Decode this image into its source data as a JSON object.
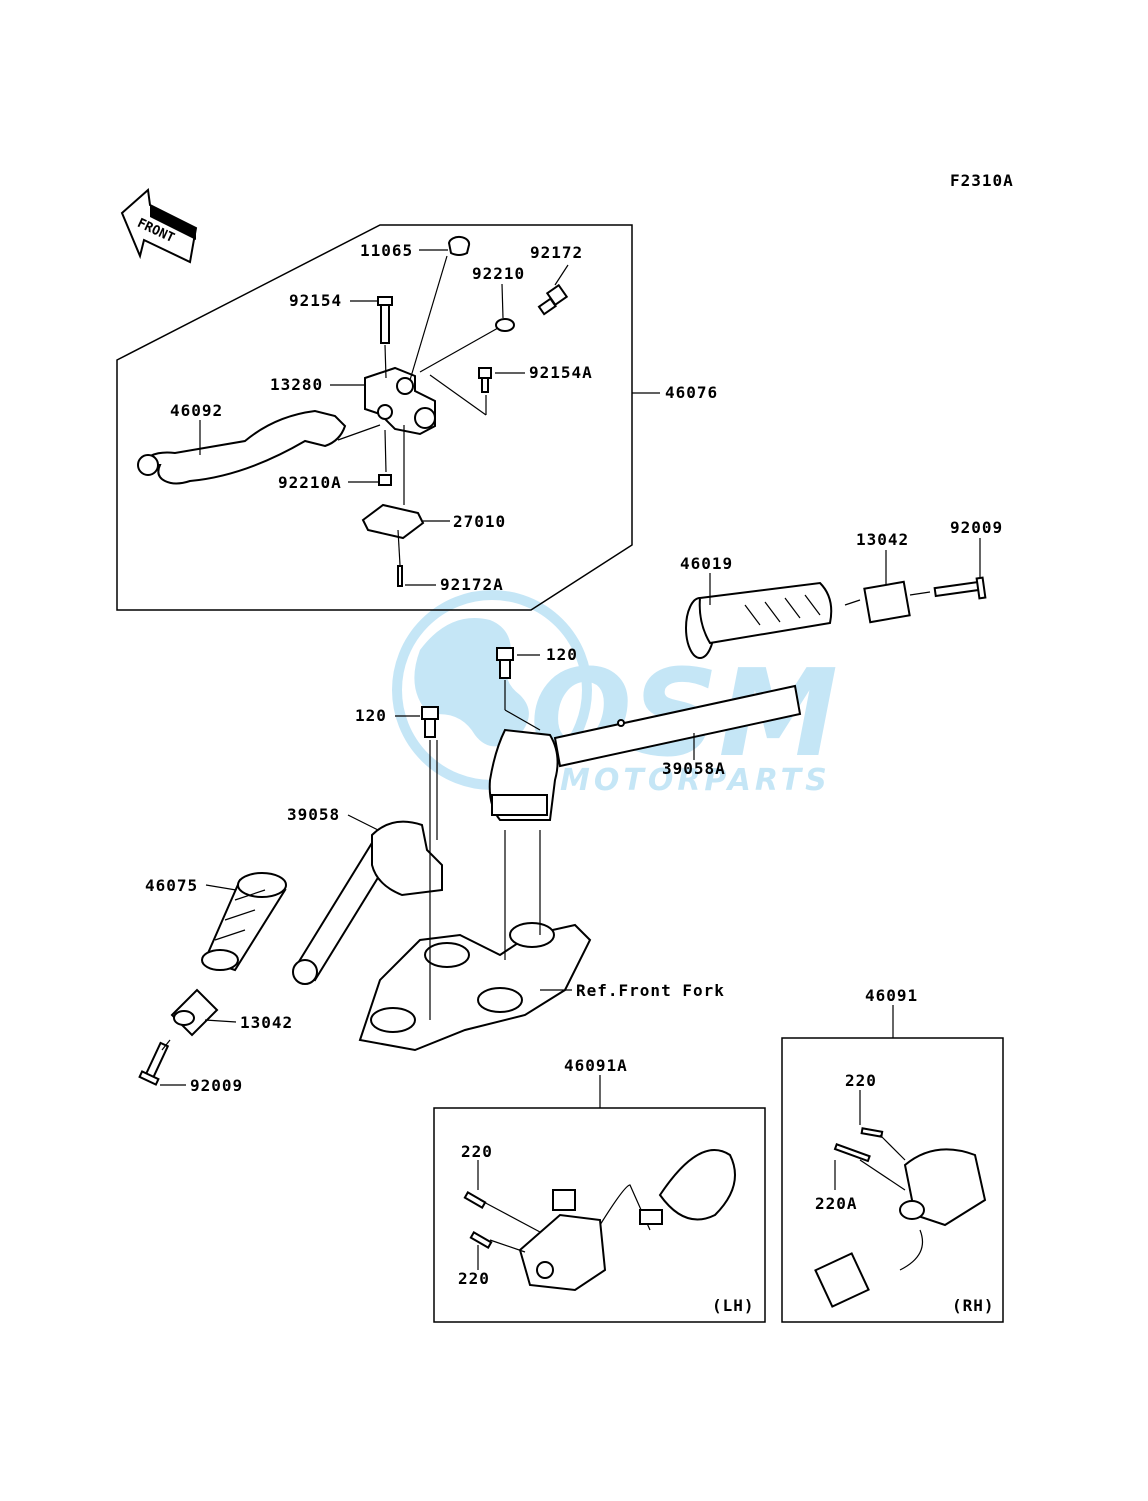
{
  "diagram": {
    "figure_code": "F2310A",
    "front_arrow_text": "FRONT",
    "watermark": {
      "logo_text": "OSM",
      "sub_text": "MOTORPARTS",
      "color": "#5bb8e8"
    },
    "part_labels": {
      "p11065": "11065",
      "p92172": "92172",
      "p92210": "92210",
      "p92154": "92154",
      "p92154A": "92154A",
      "p13280": "13280",
      "p46076": "46076",
      "p46092": "46092",
      "p92210A": "92210A",
      "p27010": "27010",
      "p92172A": "92172A",
      "p46019": "46019",
      "p13042_r": "13042",
      "p92009_r": "92009",
      "p120_a": "120",
      "p120_b": "120",
      "p39058A": "39058A",
      "p39058": "39058",
      "p46075": "46075",
      "p13042_l": "13042",
      "p92009_l": "92009",
      "ref_front_fork": "Ref.Front Fork",
      "p46091": "46091",
      "p46091A": "46091A",
      "p220_rh": "220",
      "p220A": "220A",
      "p220_lh1": "220",
      "p220_lh2": "220",
      "lh": "(LH)",
      "rh": "(RH)"
    }
  }
}
